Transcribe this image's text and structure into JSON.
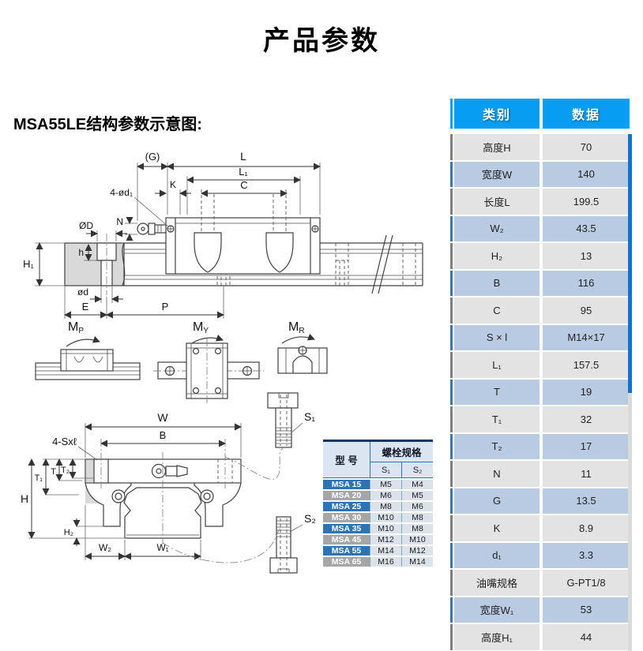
{
  "page": {
    "title": "产品参数",
    "subtitle": "MSA55LE结构参数示意图:"
  },
  "params": {
    "header": {
      "col1": "类别",
      "col2": "数据"
    },
    "rows": [
      {
        "label": "高度H",
        "value": "70"
      },
      {
        "label": "宽度W",
        "value": "140"
      },
      {
        "label": "长度L",
        "value": "199.5"
      },
      {
        "label": "W₂",
        "value": "43.5"
      },
      {
        "label": "H₂",
        "value": "13"
      },
      {
        "label": "B",
        "value": "116"
      },
      {
        "label": "C",
        "value": "95"
      },
      {
        "label": "S × l",
        "value": "M14×17"
      },
      {
        "label": "L₁",
        "value": "157.5"
      },
      {
        "label": "T",
        "value": "19"
      },
      {
        "label": "T₁",
        "value": "32"
      },
      {
        "label": "T₂",
        "value": "17"
      },
      {
        "label": "N",
        "value": "11"
      },
      {
        "label": "G",
        "value": "13.5"
      },
      {
        "label": "K",
        "value": "8.9"
      },
      {
        "label": "d₁",
        "value": "3.3"
      },
      {
        "label": "油嘴规格",
        "value": "G-PT1/8"
      },
      {
        "label": "宽度W₁",
        "value": "53"
      },
      {
        "label": "高度H₁",
        "value": "44"
      }
    ]
  },
  "bolt_table": {
    "model_header": "型 号",
    "spec_header": "螺栓规格",
    "s1_header": "S₁",
    "s2_header": "S₂",
    "rows": [
      {
        "model": "MSA 15",
        "s1": "M5",
        "s2": "M4"
      },
      {
        "model": "MSA 20",
        "s1": "M6",
        "s2": "M5"
      },
      {
        "model": "MSA 25",
        "s1": "M8",
        "s2": "M6"
      },
      {
        "model": "MSA 30",
        "s1": "M10",
        "s2": "M8"
      },
      {
        "model": "MSA 35",
        "s1": "M10",
        "s2": "M8"
      },
      {
        "model": "MSA 45",
        "s1": "M12",
        "s2": "M10"
      },
      {
        "model": "MSA 55",
        "s1": "M14",
        "s2": "M12"
      },
      {
        "model": "MSA 65",
        "s1": "M16",
        "s2": "M14"
      }
    ]
  },
  "diagram": {
    "side": {
      "g": "(G)",
      "l": "L",
      "l1": "L₁",
      "c": "C",
      "k": "K",
      "bolt_holes": "4-ød₁",
      "n": "N",
      "od_big": "ØD",
      "h_depth": "h",
      "h1": "H₁",
      "od_small": "ød",
      "e": "E",
      "p": "P"
    },
    "moments": {
      "mp_main": "M",
      "mp_sub": "P",
      "my_main": "M",
      "my_sub": "Y",
      "mr_main": "M",
      "mr_sub": "R"
    },
    "front": {
      "w": "W",
      "b": "B",
      "screws": "4-Sxℓ",
      "t1": "T₁",
      "t": "T",
      "t2": "T₂",
      "h": "H",
      "h2": "H₂",
      "w2": "W₂",
      "w1": "W₁",
      "s1": "S₁",
      "s2": "S₂"
    }
  },
  "colors": {
    "header_blue": "#069df2",
    "row_blue": "#b9cbe3",
    "row_blue_bar": "#4472a8",
    "row_gray": "#e3e3e3",
    "row_gray_bar": "#7e7e7e",
    "scroll_thumb": "#1173cb",
    "model_blue": "#2e74b5",
    "model_gray": "#a6a6a6"
  }
}
